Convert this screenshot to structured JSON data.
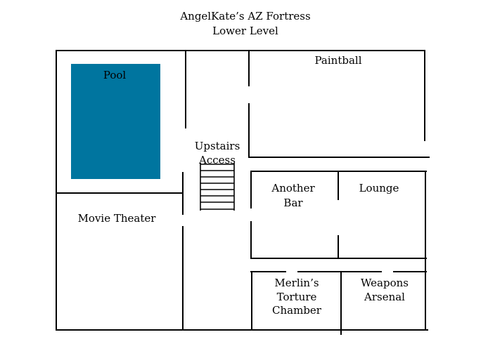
{
  "title": {
    "line1": "AngelKate’s AZ Fortress",
    "line2": "Lower Level"
  },
  "rooms": {
    "pool": "Pool",
    "paintball": "Paintball",
    "upstairs_access": [
      "Upstairs",
      "Access"
    ],
    "movie_theater": "Movie Theater",
    "another_bar": [
      "Another",
      "Bar"
    ],
    "lounge": "Lounge",
    "torture_chamber": [
      "Merlin’s",
      "Torture",
      "Chamber"
    ],
    "weapons_arsenal": [
      "Weapons",
      "Arsenal"
    ]
  },
  "colors": {
    "pool_fill": "#00759f",
    "walls": "#000000"
  }
}
